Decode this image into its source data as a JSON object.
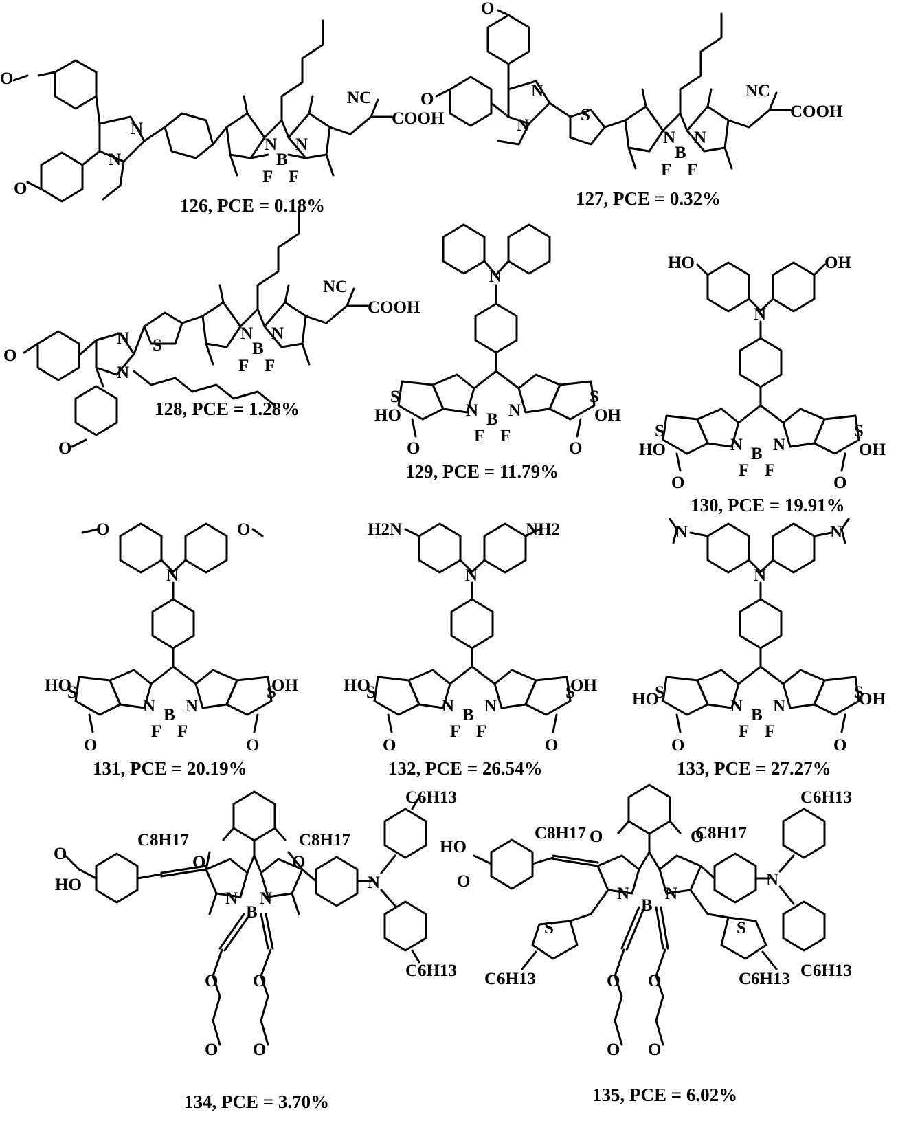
{
  "compounds": [
    {
      "id": "126",
      "caption": "126, PCE = 0.18%"
    },
    {
      "id": "127",
      "caption": "127, PCE = 0.32%"
    },
    {
      "id": "128",
      "caption": "128, PCE = 1.28%"
    },
    {
      "id": "129",
      "caption": "129, PCE = 11.79%"
    },
    {
      "id": "130",
      "caption": "130, PCE = 19.91%"
    },
    {
      "id": "131",
      "caption": "131, PCE = 20.19%"
    },
    {
      "id": "132",
      "caption": "132, PCE = 26.54%"
    },
    {
      "id": "133",
      "caption": "133, PCE = 27.27%"
    },
    {
      "id": "134",
      "caption": "134, PCE = 3.70%"
    },
    {
      "id": "135",
      "caption": "135, PCE = 6.02%"
    }
  ],
  "labels": {
    "cooh": "COOH",
    "nc": "NC",
    "n": "N",
    "b": "B",
    "f": "F",
    "s": "S",
    "o": "O",
    "ho": "HO",
    "oh": "OH",
    "h2n": "H2N",
    "nh2": "NH2",
    "c8h17": "C8H17",
    "c6h13": "C6H13"
  }
}
